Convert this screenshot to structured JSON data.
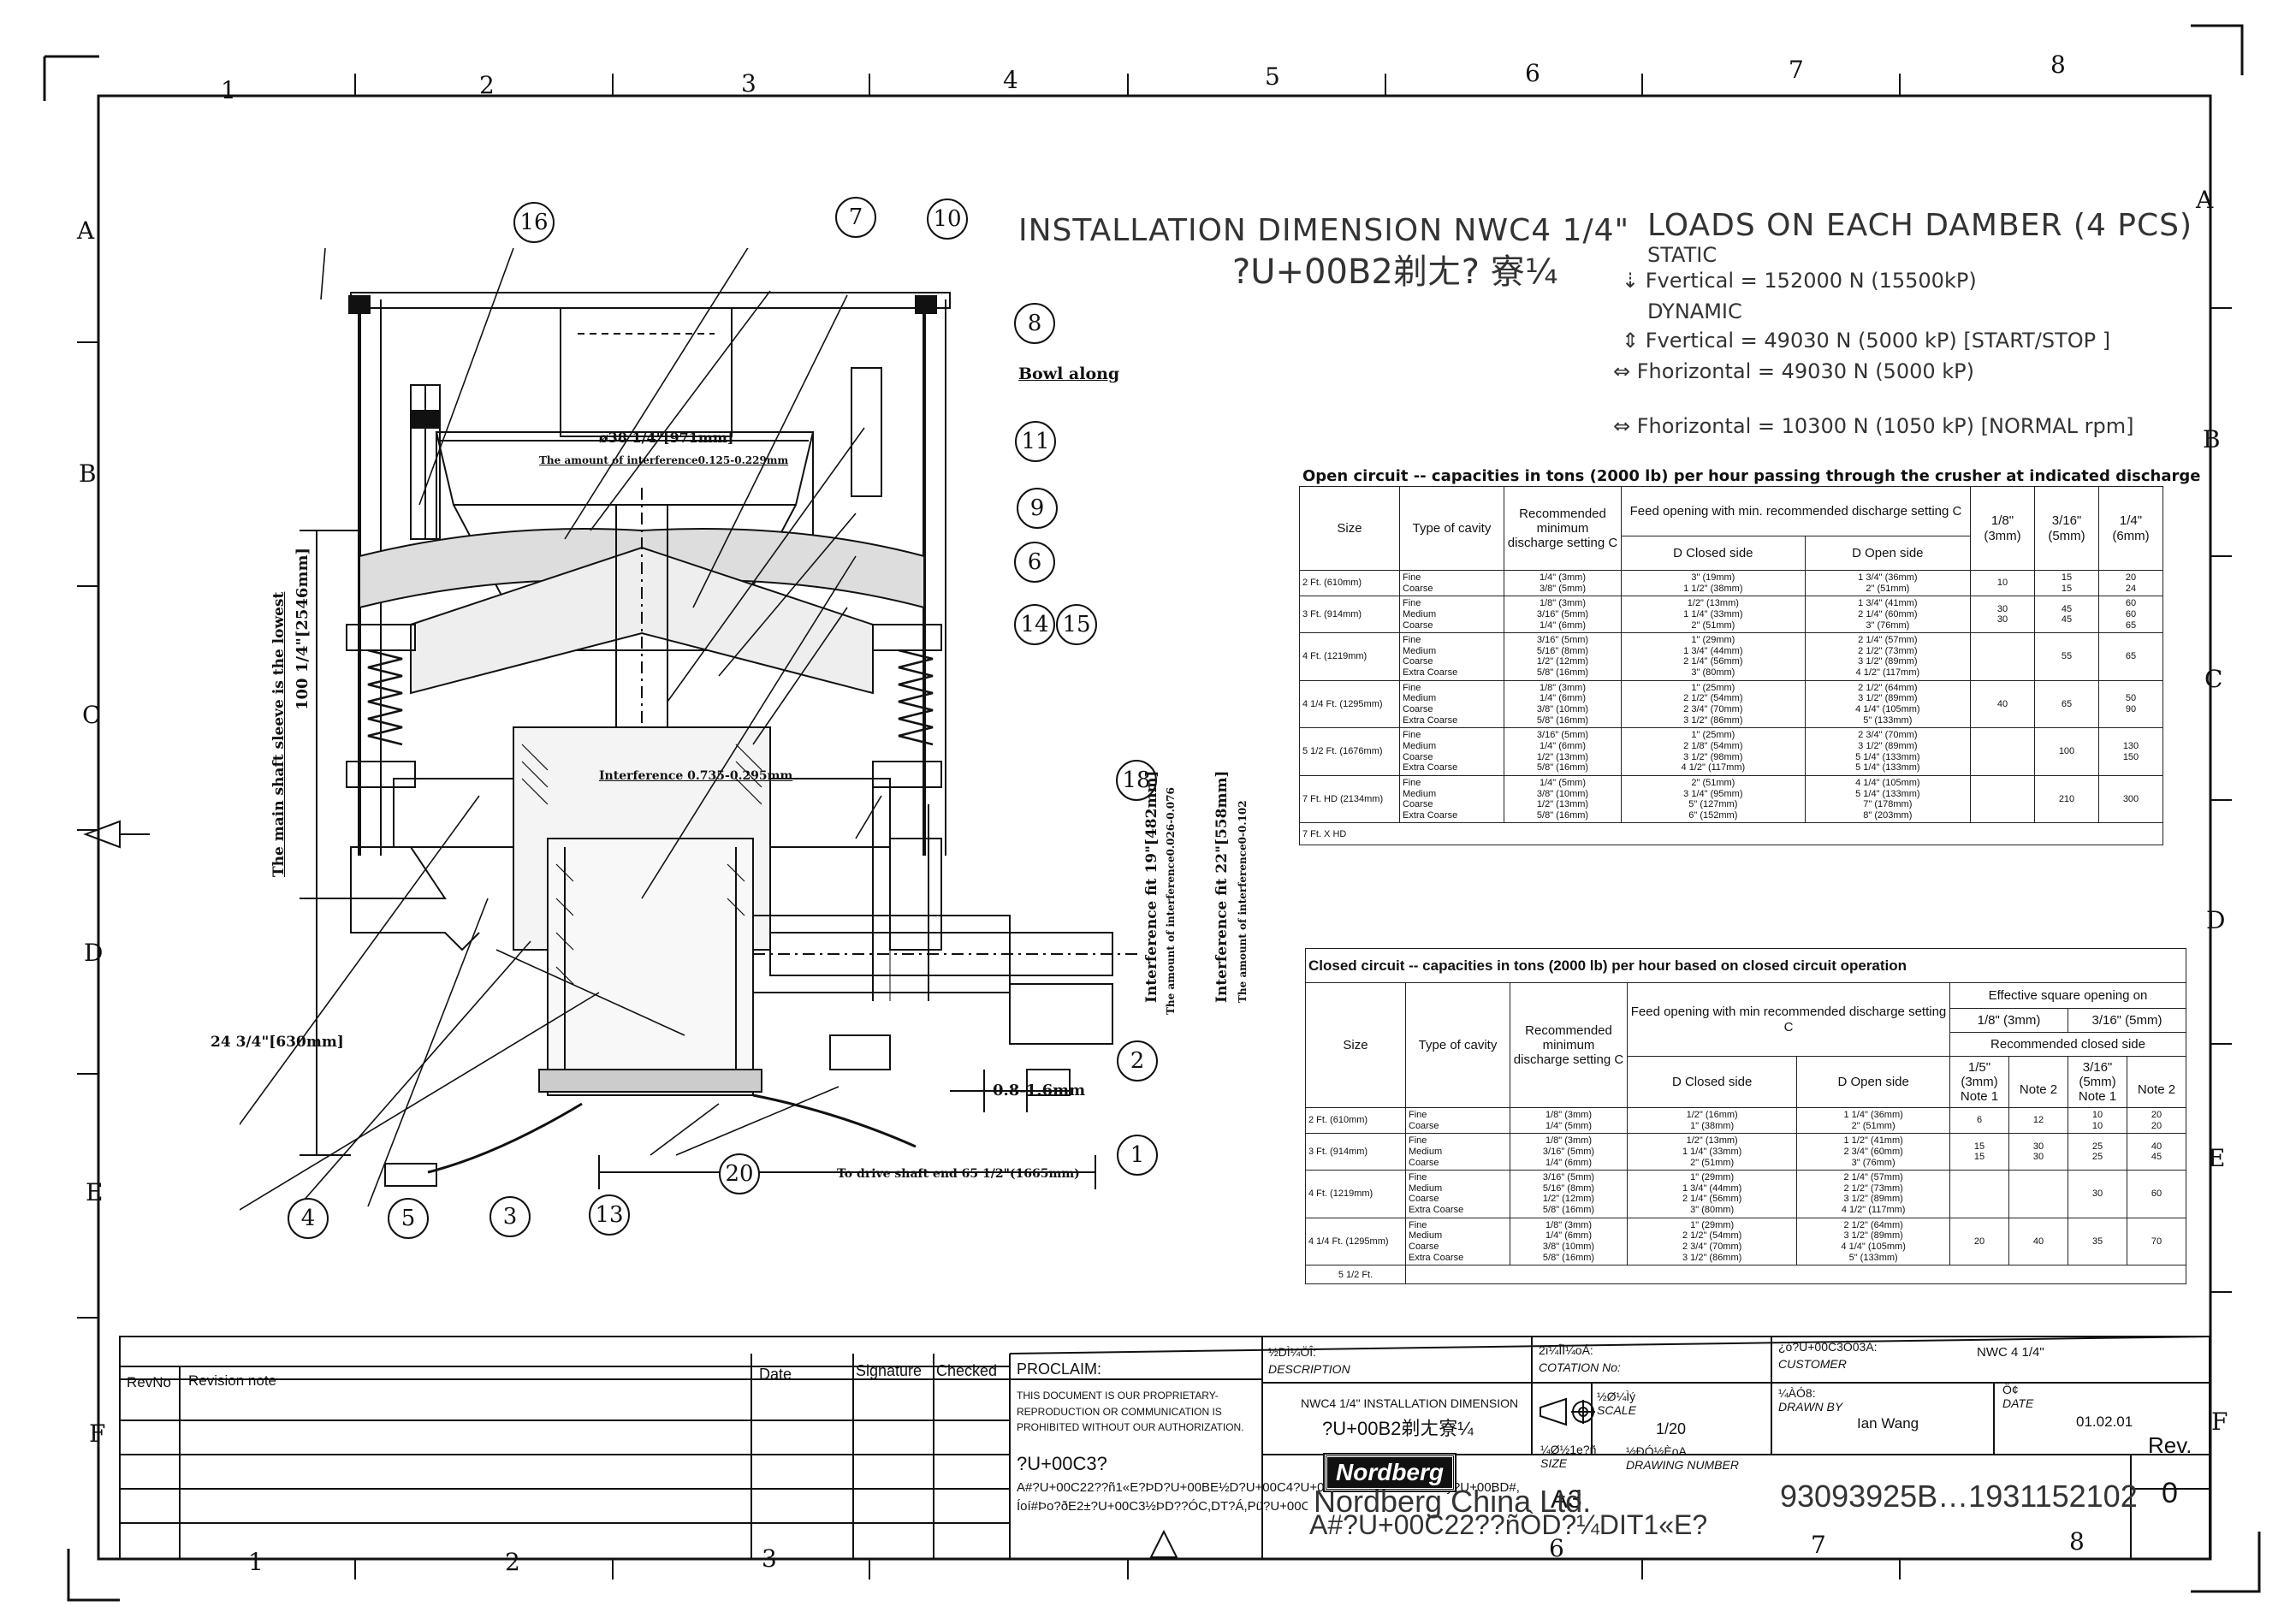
{
  "frame": {
    "columns": [
      "1",
      "2",
      "3",
      "4",
      "5",
      "6",
      "7",
      "8"
    ],
    "rows": [
      "A",
      "B",
      "C",
      "D",
      "E",
      "F"
    ]
  },
  "title": {
    "line1": "INSTALLATION DIMENSION NWC4 1/4\"",
    "line2": "?U+00B2",
    "line2_cn": "剃ㄤ? 寮¼"
  },
  "loads": {
    "title": "LOADS ON EACH DAMBER (4 PCS)",
    "static_label": "STATIC",
    "static_vertical": "Fvertical   = 152000 N (15500kP)",
    "dynamic_label": "DYNAMIC",
    "dyn_vertical": "Fvertical   = 49030 N (5000 kP) [START/STOP ]",
    "dyn_horizontal": "Fhorizontal = 49030 N (5000 kP)",
    "normal_horizontal": "Fhorizontal = 10300 N (1050 kP) [NORMAL rpm]"
  },
  "drawing_labels": {
    "bowl_along": "Bowl along",
    "dia_bowl": "ø38 1/4\"[971mm]",
    "interference_top": "The amount of interference0.125-0.229mm",
    "height_total": "100 1/4\"[2546mm]",
    "main_shaft_note": "The main shaft sleeve is the lowest",
    "interference_mid": "Interference 0.735-0.295mm",
    "interference_fit_19": "Interference fit 19\"[482mm]",
    "amount_19": "The amount of interference0.026-0.076",
    "interference_fit_22": "Interference fit 22\"[558mm]",
    "amount_22": "The amount of interference0-0.102",
    "height_lower": "24 3/4\"[630mm]",
    "gap": "0.8-1.6mm",
    "drive_shaft": "To drive shaft end 65 1/2\"(1665mm)"
  },
  "balloons": [
    "16",
    "7",
    "10",
    "8",
    "11",
    "9",
    "6",
    "14",
    "15",
    "18",
    "2",
    "1",
    "20",
    "4",
    "5",
    "3",
    "13"
  ],
  "open_circuit": {
    "caption": "Open circuit -- capacities in tons (2000 lb) per hour passing through the crusher at indicated discharge",
    "headers": {
      "size": "Size",
      "type": "Type of cavity",
      "rec_min": "Recommended minimum discharge setting C",
      "feed_opening": "Feed opening with min. recommended discharge setting C",
      "closed_side": "D Closed side",
      "open_side": "D Open side",
      "c1": "1/8\" (3mm)",
      "c2": "3/16\" (5mm)",
      "c3": "1/4\" (6mm)"
    },
    "rows": [
      {
        "size": "2 Ft. (610mm)",
        "type": "Fine\nCoarse",
        "rec": "1/4\" (3mm)\n3/8\" (5mm)",
        "closed": "3\" (19mm)\n1 1/2\" (38mm)",
        "open": "1 3/4\" (36mm)\n2\" (51mm)",
        "c1": "10",
        "c2": "15\n15",
        "c3": "20\n24"
      },
      {
        "size": "3 Ft. (914mm)",
        "type": "Fine\nMedium\nCoarse",
        "rec": "1/8\" (3mm)\n3/16\" (5mm)\n1/4\" (6mm)",
        "closed": "1/2\" (13mm)\n1 1/4\" (33mm)\n2\" (51mm)",
        "open": "1 3/4\" (41mm)\n2 1/4\" (60mm)\n3\" (76mm)",
        "c1": "30\n30",
        "c2": "45\n45",
        "c3": "60\n60\n65"
      },
      {
        "size": "4 Ft. (1219mm)",
        "type": "Fine\nMedium\nCoarse\nExtra Coarse",
        "rec": "3/16\" (5mm)\n5/16\" (8mm)\n1/2\" (12mm)\n5/8\" (16mm)",
        "closed": "1\" (29mm)\n1 3/4\" (44mm)\n2 1/4\" (56mm)\n3\" (80mm)",
        "open": "2 1/4\" (57mm)\n2 1/2\" (73mm)\n3 1/2\" (89mm)\n4 1/2\" (117mm)",
        "c1": "",
        "c2": "55",
        "c3": "65"
      },
      {
        "size": "4 1/4 Ft. (1295mm)",
        "type": "Fine\nMedium\nCoarse\nExtra Coarse",
        "rec": "1/8\" (3mm)\n1/4\" (6mm)\n3/8\" (10mm)\n5/8\" (16mm)",
        "closed": "1\" (25mm)\n2 1/2\" (54mm)\n2 3/4\" (70mm)\n3 1/2\" (86mm)",
        "open": "2 1/2\" (64mm)\n3 1/2\" (89mm)\n4 1/4\" (105mm)\n5\" (133mm)",
        "c1": "40",
        "c2": "65",
        "c3": "50\n90"
      },
      {
        "size": "5 1/2 Ft. (1676mm)",
        "type": "Fine\nMedium\nCoarse\nExtra Coarse",
        "rec": "3/16\" (5mm)\n1/4\" (6mm)\n1/2\" (13mm)\n5/8\" (16mm)",
        "closed": "1\" (25mm)\n2 1/8\" (54mm)\n3 1/2\" (98mm)\n4 1/2\" (117mm)",
        "open": "2 3/4\" (70mm)\n3 1/2\" (89mm)\n5 1/4\" (133mm)\n5 1/4\" (133mm)",
        "c1": "",
        "c2": "100",
        "c3": "130\n150"
      },
      {
        "size": "7 Ft. HD (2134mm)",
        "type": "Fine\nMedium\nCoarse\nExtra Coarse",
        "rec": "1/4\" (5mm)\n3/8\" (10mm)\n1/2\" (13mm)\n5/8\" (16mm)",
        "closed": "2\" (51mm)\n3 1/4\" (95mm)\n5\" (127mm)\n6\" (152mm)",
        "open": "4 1/4\" (105mm)\n5 1/4\" (133mm)\n7\" (178mm)\n8\" (203mm)",
        "c1": "",
        "c2": "210",
        "c3": "300"
      }
    ],
    "footer_row": "7 Ft. X HD"
  },
  "closed_circuit": {
    "caption": "Closed circuit -- capacities in tons (2000 lb) per hour based on closed circuit operation",
    "headers": {
      "size": "Size",
      "type": "Type of cavity",
      "rec_min": "Recommended minimum discharge setting C",
      "feed_opening": "Feed opening with min recommended discharge setting C",
      "closed_side": "D Closed side",
      "open_side": "D Open side",
      "effective": "Effective square opening on",
      "e1": "1/8\" (3mm)",
      "e2": "3/16\" (5mm)",
      "rec_closed": "Recommended closed side",
      "r1": "1/5\" (3mm)",
      "r2": "3/16\" (5mm)",
      "n1": "Note 1",
      "n2": "Note 2",
      "n3": "Note 1",
      "n4": "Note 2"
    },
    "rows": [
      {
        "size": "2 Ft. (610mm)",
        "type": "Fine\nCoarse",
        "rec": "1/8\" (3mm)\n1/4\" (5mm)",
        "closed": "1/2\" (16mm)\n1\" (38mm)",
        "open": "1 1/4\" (36mm)\n2\" (51mm)",
        "n1": "6",
        "n2": "12",
        "n3": "10\n10",
        "n4": "20\n20"
      },
      {
        "size": "3 Ft. (914mm)",
        "type": "Fine\nMedium\nCoarse",
        "rec": "1/8\" (3mm)\n3/16\" (5mm)\n1/4\" (6mm)",
        "closed": "1/2\" (13mm)\n1 1/4\" (33mm)\n2\" (51mm)",
        "open": "1 1/2\" (41mm)\n2 3/4\" (60mm)\n3\" (76mm)",
        "n1": "15\n15",
        "n2": "30\n30",
        "n3": "25\n25",
        "n4": "40\n45"
      },
      {
        "size": "4 Ft. (1219mm)",
        "type": "Fine\nMedium\nCoarse\nExtra Coarse",
        "rec": "3/16\" (5mm)\n5/16\" (8mm)\n1/2\" (12mm)\n5/8\" (16mm)",
        "closed": "1\" (29mm)\n1 3/4\" (44mm)\n2 1/4\" (56mm)\n3\" (80mm)",
        "open": "2 1/4\" (57mm)\n2 1/2\" (73mm)\n3 1/2\" (89mm)\n4 1/2\" (117mm)",
        "n1": "",
        "n2": "",
        "n3": "30",
        "n4": "60"
      },
      {
        "size": "4 1/4 Ft. (1295mm)",
        "type": "Fine\nMedium\nCoarse\nExtra Coarse",
        "rec": "1/8\" (3mm)\n1/4\" (6mm)\n3/8\" (10mm)\n5/8\" (16mm)",
        "closed": "1\" (29mm)\n2 1/2\" (54mm)\n2 3/4\" (70mm)\n3 1/2\" (86mm)",
        "open": "2 1/2\" (64mm)\n3 1/2\" (89mm)\n4 1/4\" (105mm)\n5\" (133mm)",
        "n1": "20",
        "n2": "40",
        "n3": "35",
        "n4": "70"
      }
    ],
    "footer_row": "5 1/2 Ft."
  },
  "title_block": {
    "rev_no": "RevNo",
    "revision_note": "Revision note",
    "date": "Date",
    "signature": "Signature",
    "checked": "Checked",
    "proclaim_title": "PROCLAIM:",
    "proclaim_text": "THIS DOCUMENT IS OUR PROPRIETARY-REPRODUCTION OR COMMUNICATION IS PROHIBITED WITHOUT OUR AUTHORIZATION.",
    "proclaim_cn1": "?U+00C3?",
    "proclaim_cn2": "A#?U+00C22??ñ1«E?ÞD?U+00BE½D?U+00C4?U+00B E1«E??U+00C4Òy?U+00BD#,",
    "proclaim_cn3": "Íoí#Þo?ðE2±?U+00C3½ÞD??ÓC,DT?Á,Pü?U+00C3",
    "desc_cn": "½DÌ¼ÖÎ:",
    "desc_label": "DESCRIPTION",
    "desc_value": "NWC4 1/4\" INSTALLATION DIMENSION",
    "desc_value_cn": "?U+00B2剃ㄤ寮¼",
    "cotation_cn": "2î¼ÎÌ¼oÁ:",
    "cotation_label": "COTATION No:",
    "scale_cn": "½Ø¼Ìý",
    "scale_label": "SCALE",
    "scale_value": "1/20",
    "size_cn": "¼Ø½1e?ñ",
    "size_label": "SIZE",
    "size_value": "A3",
    "customer_cn": "¿ó?U+00C3Ò03Á:",
    "customer_label": "CUSTOMER",
    "customer_value": "NWC 4 1/4\"",
    "drawn_cn": "¼ÀÓ8:",
    "drawn_label": "DRAWN BY",
    "drawn_value": "Ian Wang",
    "date_cn": "Ö¢",
    "date_label": "DATE",
    "date_value": "01.02.01",
    "drawing_no_cn": "½ÐÓ½ÈoA",
    "drawing_no_label": "DRAWING NUMBER",
    "drawing_no_value": "93093925B…1931152102",
    "rev_label": "Rev.",
    "rev_value": "0",
    "brand": "Nordberg",
    "company": "Nordberg China Ltd.",
    "company_cn": "A#?U+00C22??ñÒD?¼DIT1«E?"
  }
}
